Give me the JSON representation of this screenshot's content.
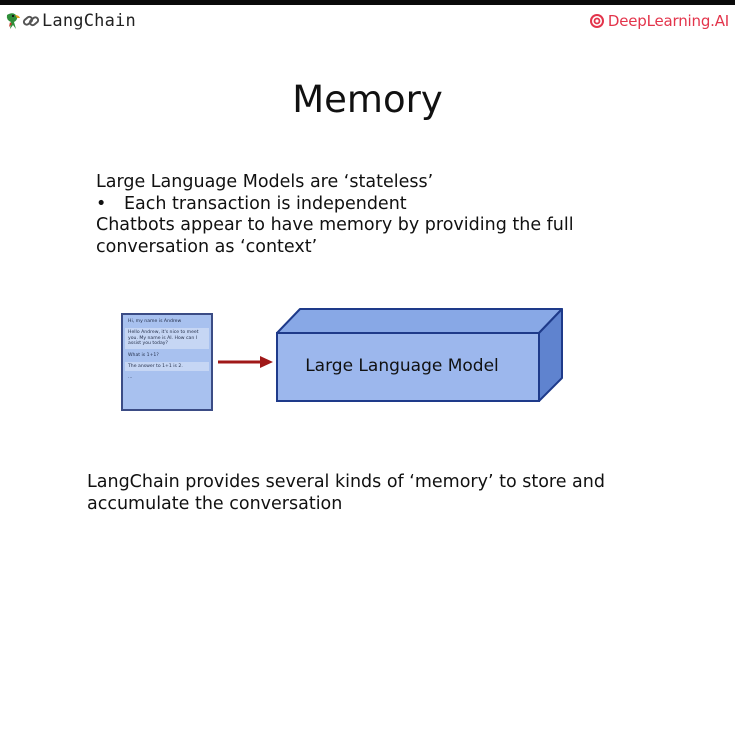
{
  "header": {
    "brand_left": "LangChain",
    "brand_left_icons": [
      "parrot-icon",
      "chain-link-icon"
    ],
    "brand_right": "DeepLearning.AI",
    "brand_right_icon": "deeplearning-ai-logo-icon",
    "brand_right_color": "#e3344b"
  },
  "slide": {
    "title": "Memory",
    "intro_line1": "Large Language Models are ‘stateless’",
    "bullet_marker": "•",
    "bullet_text": "Each transaction is independent",
    "intro_line2": "Chatbots appear to have memory by providing the full",
    "intro_line3": "conversation as ‘context’",
    "outro_line1": "LangChain provides several kinds of ‘memory’ to store and",
    "outro_line2": "accumulate the conversation"
  },
  "diagram": {
    "chat_messages": [
      {
        "role": "user",
        "text": "Hi, my name is Andrew"
      },
      {
        "role": "ai",
        "text": "Hello Andrew, it's nice to meet you. My name is AI. How can I assist you today?"
      },
      {
        "role": "user",
        "text": "What is 1+1?"
      },
      {
        "role": "ai",
        "text": "The answer to 1+1 is 2."
      },
      {
        "role": "user",
        "text": "..."
      }
    ],
    "model_label": "Large Language Model",
    "colors": {
      "box_front": "#9cb7ed",
      "box_top": "#88a8e6",
      "box_side": "#5f83cf",
      "box_stroke": "#1e3a8a",
      "arrow": "#a01818"
    }
  }
}
